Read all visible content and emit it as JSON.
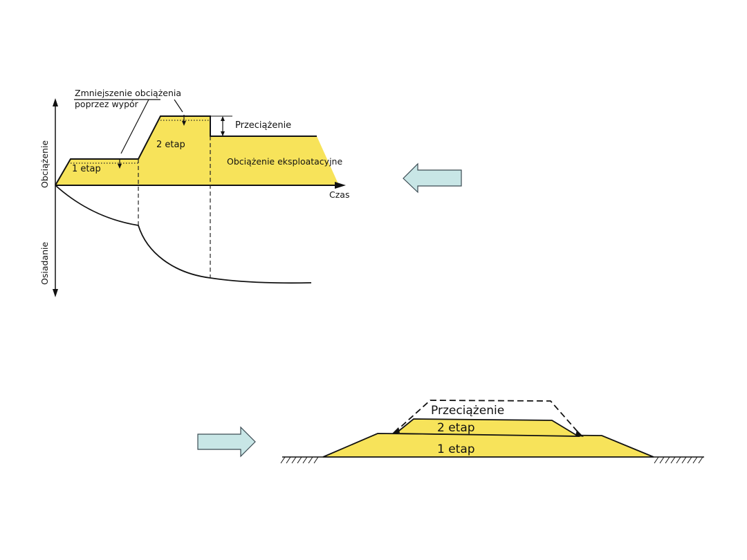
{
  "top_diagram": {
    "reduction_label_line1": "Zmniejszenie obciążenia",
    "reduction_label_line2": "poprzez wypór",
    "overload_label": "Przeciążenie",
    "stage1_label": "1 etap",
    "stage2_label": "2 etap",
    "operational_load_label": "Obciążenie eksploatacyjne",
    "y_axis_up_label": "Obciążenie",
    "y_axis_down_label": "Osiadanie",
    "x_axis_label": "Czas"
  },
  "bottom_diagram": {
    "overload_label": "Przeciążenie",
    "stage2_label": "2 etap",
    "stage1_label": "1 etap"
  },
  "colors": {
    "fill_yellow": "#f7e35a",
    "arrow_fill": "#c8e6e6",
    "arrow_stroke": "#3a4a52",
    "ink": "#111111"
  }
}
